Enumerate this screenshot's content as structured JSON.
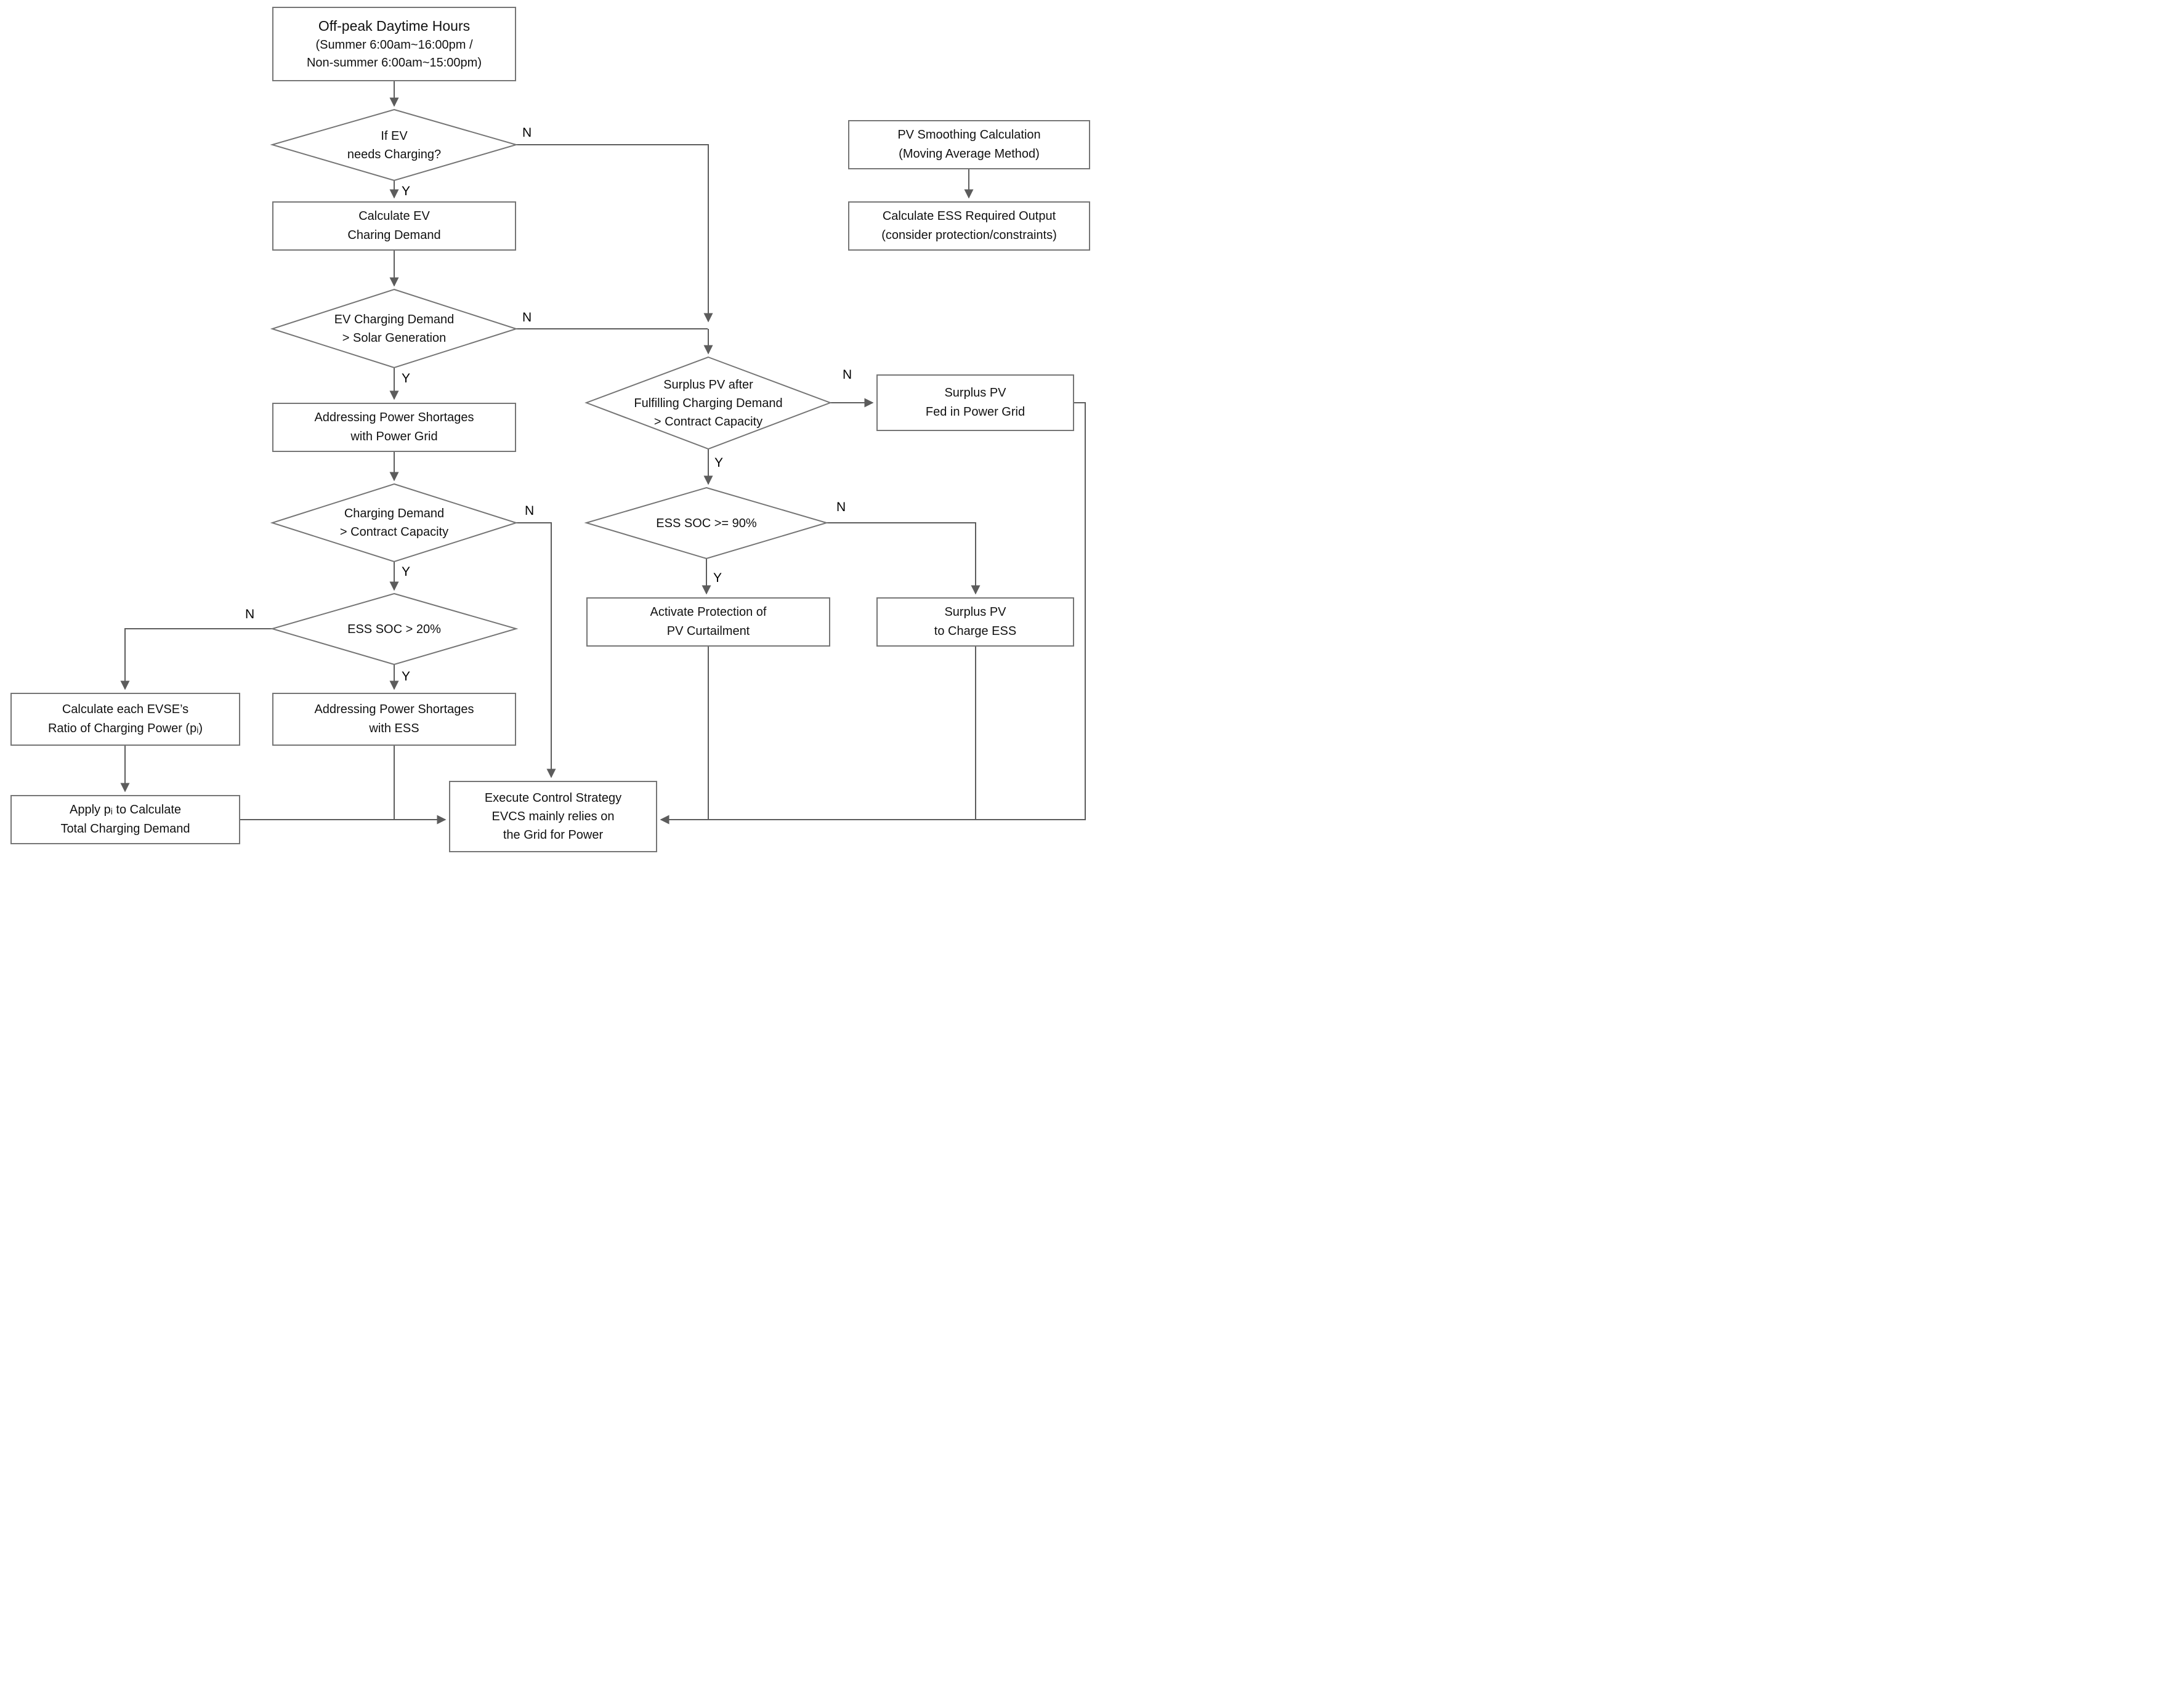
{
  "colors": {
    "box_border": "#757575",
    "connector": "#5c5c5c",
    "text": "#111111",
    "background": "#ffffff"
  },
  "labels": {
    "yes": "Y",
    "no": "N"
  },
  "nodes": {
    "start": {
      "l1": "Off-peak Daytime Hours",
      "l2": "(Summer 6:00am~16:00pm /",
      "l3": "Non-summer 6:00am~15:00pm)"
    },
    "d_ev_needs": {
      "l1": "If  EV",
      "l2": "needs Charging?"
    },
    "p_calc_ev": {
      "l1": "Calculate EV",
      "l2": "Charing Demand"
    },
    "d_demand_solar": {
      "l1": "EV Charging Demand",
      "l2": "> Solar Generation"
    },
    "p_short_grid": {
      "l1": "Addressing Power Shortages",
      "l2": "with Power Grid"
    },
    "d_demand_contract": {
      "l1": "Charging Demand",
      "l2": "> Contract Capacity"
    },
    "d_soc20": {
      "l1": "ESS SOC > 20%"
    },
    "p_evse_ratio": {
      "l1": "Calculate each EVSE’s",
      "l2": "Ratio of Charging Power (pᵢ)"
    },
    "p_apply": {
      "l1": "Apply pᵢ to Calculate",
      "l2": "Total  Charging Demand"
    },
    "p_short_ess": {
      "l1": "Addressing Power Shortages",
      "l2": "with ESS"
    },
    "p_execute": {
      "l1": "Execute Control Strategy",
      "l2": "EVCS mainly relies on",
      "l3": "the Grid for Power"
    },
    "p_pv_smooth": {
      "l1": "PV Smoothing Calculation",
      "l2": "(Moving Average Method)"
    },
    "p_ess_output": {
      "l1": "Calculate ESS Required Output",
      "l2": "(consider protection/constraints)"
    },
    "d_surplus": {
      "l1": "Surplus PV after",
      "l2": "Fulfilling Charging Demand",
      "l3": "> Contract Capacity"
    },
    "p_fed_grid": {
      "l1": "Surplus PV",
      "l2": "Fed in Power Grid"
    },
    "d_soc90": {
      "l1": "ESS SOC >= 90%"
    },
    "p_curtail": {
      "l1": "Activate Protection of",
      "l2": "PV Curtailment"
    },
    "p_charge_ess": {
      "l1": "Surplus PV",
      "l2": "to Charge ESS"
    }
  }
}
